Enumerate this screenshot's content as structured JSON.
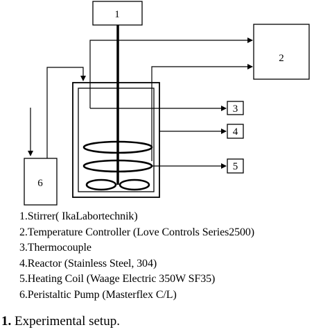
{
  "diagram": {
    "boxes": {
      "stirrer": "1",
      "controller": "2",
      "thermocouple": "3",
      "reactor": "4",
      "heating_coil": "5",
      "pump": "6"
    }
  },
  "legend": [
    "1.Stirrer( IkaLabortechnik)",
    "2.Temperature Controller (Love Controls Series2500)",
    "3.Thermocouple",
    "4.Reactor (Stainless Steel, 304)",
    "5.Heating Coil (Waage Electric 350W SF35)",
    "6.Peristaltic Pump (Masterflex C/L)"
  ],
  "caption": {
    "number": "1.",
    "text": "Experimental setup."
  }
}
